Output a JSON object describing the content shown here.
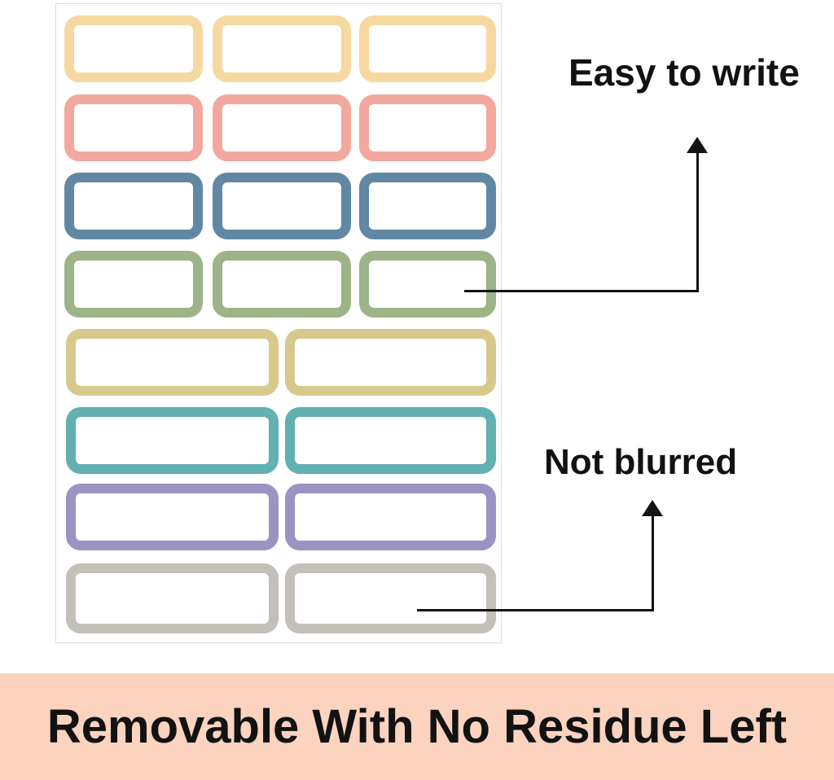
{
  "sheet": {
    "description": "sheet of blank removable label stickers",
    "rows": [
      {
        "name": "yellow",
        "color": "#F6D9A1",
        "labels": 3
      },
      {
        "name": "salmon",
        "color": "#F2A89E",
        "labels": 3
      },
      {
        "name": "blue",
        "color": "#6287A3",
        "labels": 3
      },
      {
        "name": "green",
        "color": "#9CB487",
        "labels": 3
      },
      {
        "name": "olive",
        "color": "#D7C98C",
        "labels": 2
      },
      {
        "name": "teal",
        "color": "#62B1B0",
        "labels": 2
      },
      {
        "name": "purple",
        "color": "#9A94C3",
        "labels": 2
      },
      {
        "name": "gray",
        "color": "#C3C0B9",
        "labels": 2
      }
    ]
  },
  "annotations": {
    "easy_to_write": {
      "label": "Easy to write"
    },
    "not_blurred": {
      "label": "Not blurred"
    },
    "arrow_color": "#141414"
  },
  "banner": {
    "text": "Removable With No Residue Left",
    "background": "#FBD3BF",
    "text_color": "#121212"
  }
}
